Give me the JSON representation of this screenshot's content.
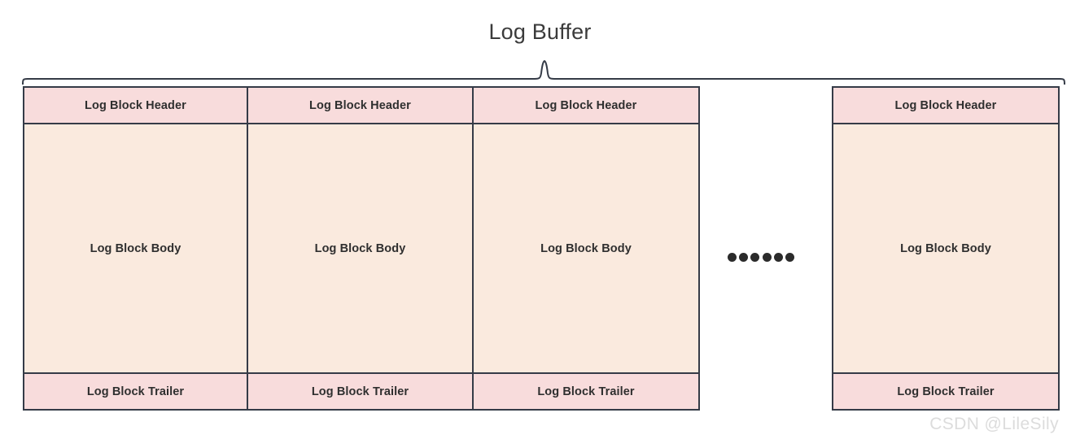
{
  "diagram": {
    "title": "Log Buffer",
    "brace": {
      "name": "curly-brace-top",
      "orientation": "down"
    },
    "blocks": [
      {
        "id": "log-block-1",
        "header": "Log Block Header",
        "body": "Log Block Body",
        "trailer": "Log Block Trailer"
      },
      {
        "id": "log-block-2",
        "header": "Log Block Header",
        "body": "Log Block Body",
        "trailer": "Log Block Trailer"
      },
      {
        "id": "log-block-3",
        "header": "Log Block Header",
        "body": "Log Block Body",
        "trailer": "Log Block Trailer"
      },
      {
        "id": "log-block-4",
        "header": "Log Block Header",
        "body": "Log Block Body",
        "trailer": "Log Block Trailer"
      }
    ],
    "ellipsis": {
      "name": "continuation-dots",
      "dot_count": 6
    },
    "colors": {
      "header_fill": "#f8dcdc",
      "trailer_fill": "#f8dcdc",
      "body_fill": "#faeade",
      "border": "#353b47",
      "title_text": "#3b3b3b",
      "label_text": "#2f2f2f",
      "watermark_text": "#dcdcdc",
      "background": "#ffffff"
    }
  },
  "watermark": {
    "text": "CSDN @LileSily"
  }
}
